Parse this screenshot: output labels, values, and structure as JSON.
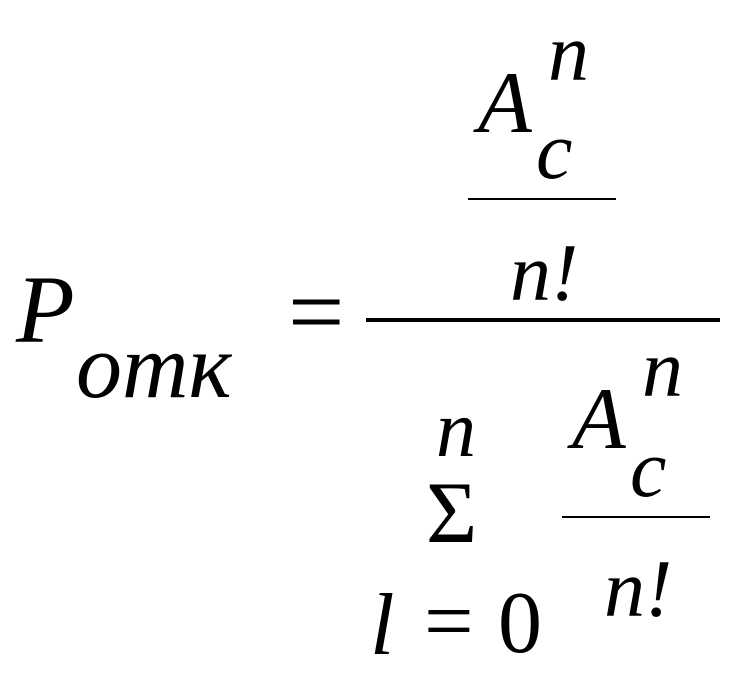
{
  "formula": {
    "lhs": {
      "symbol": "P",
      "subscript": "отк"
    },
    "equals": "=",
    "numerator": {
      "base": "A",
      "superscript": "n",
      "subscript": "c",
      "denominator": "n!"
    },
    "denominator": {
      "sum_symbol": "Σ",
      "sum_upper": "n",
      "sum_lower_var": "l",
      "sum_lower_eq": "=",
      "sum_lower_value": "0",
      "term_base": "A",
      "term_superscript": "n",
      "term_subscript": "c",
      "term_denominator": "n!"
    }
  }
}
